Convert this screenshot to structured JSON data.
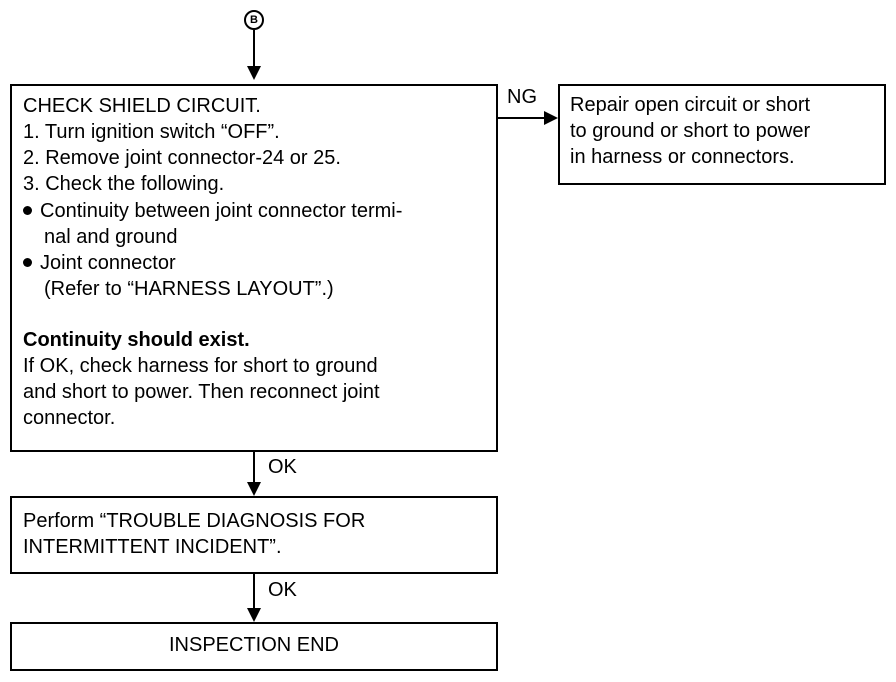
{
  "connector": {
    "label": "B"
  },
  "check_box": {
    "title": "CHECK SHIELD CIRCUIT.",
    "step1": "1. Turn ignition switch “OFF”.",
    "step2": "2. Remove joint connector-24 or 25.",
    "step3": "3. Check the following.",
    "bullet1_line1": "Continuity between joint connector termi-",
    "bullet1_line2": "nal and ground",
    "bullet2_line1": "Joint connector",
    "bullet2_line2": "(Refer to “HARNESS LAYOUT”.)",
    "result": "Continuity should exist.",
    "note_line1": "If OK, check harness for short to ground",
    "note_line2": "and short to power. Then reconnect joint",
    "note_line3": "connector."
  },
  "ng_label": "NG",
  "repair_box": {
    "line1": "Repair open circuit or short",
    "line2": "to ground or short to power",
    "line3": "in harness or connectors."
  },
  "ok_label_1": "OK",
  "perform_box": {
    "line1": "Perform “TROUBLE DIAGNOSIS FOR",
    "line2": "INTERMITTENT INCIDENT”."
  },
  "ok_label_2": "OK",
  "end_box": {
    "label": "INSPECTION END"
  }
}
